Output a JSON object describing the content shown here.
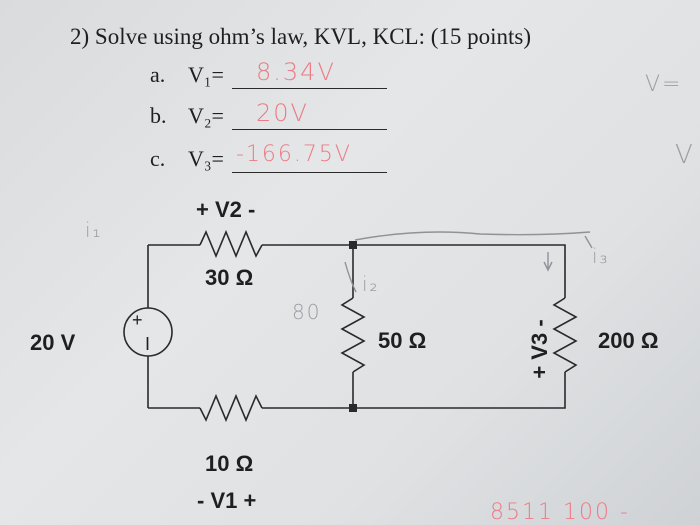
{
  "question": {
    "title": "2) Solve using ohm’s law, KVL, KCL: (15 points)"
  },
  "answers": [
    {
      "letter": "a.",
      "label": "V₁=",
      "handwritten": "8.34V"
    },
    {
      "letter": "b.",
      "label": "V₂=",
      "handwritten": "20V"
    },
    {
      "letter": "c.",
      "label": "V₃=",
      "handwritten": "-166.75V"
    }
  ],
  "margin_notes": {
    "right_top": "V=",
    "right_bottom": "V"
  },
  "circuit": {
    "v2_label": "+ V2 -",
    "r30_label": "30 Ω",
    "r50_label": "50 Ω",
    "r200_label": "200 Ω",
    "r10_label": "10 Ω",
    "v1_label": "- V1 +",
    "v3_label": "+ V3 -",
    "source_label": "20 V",
    "source_plus": "+",
    "source_minus": "I",
    "hand_i1": "i₁",
    "hand_i2": "i₂",
    "hand_i3": "i₃",
    "hand_80": "80"
  },
  "bottom_scribble": "8511 100 -"
}
